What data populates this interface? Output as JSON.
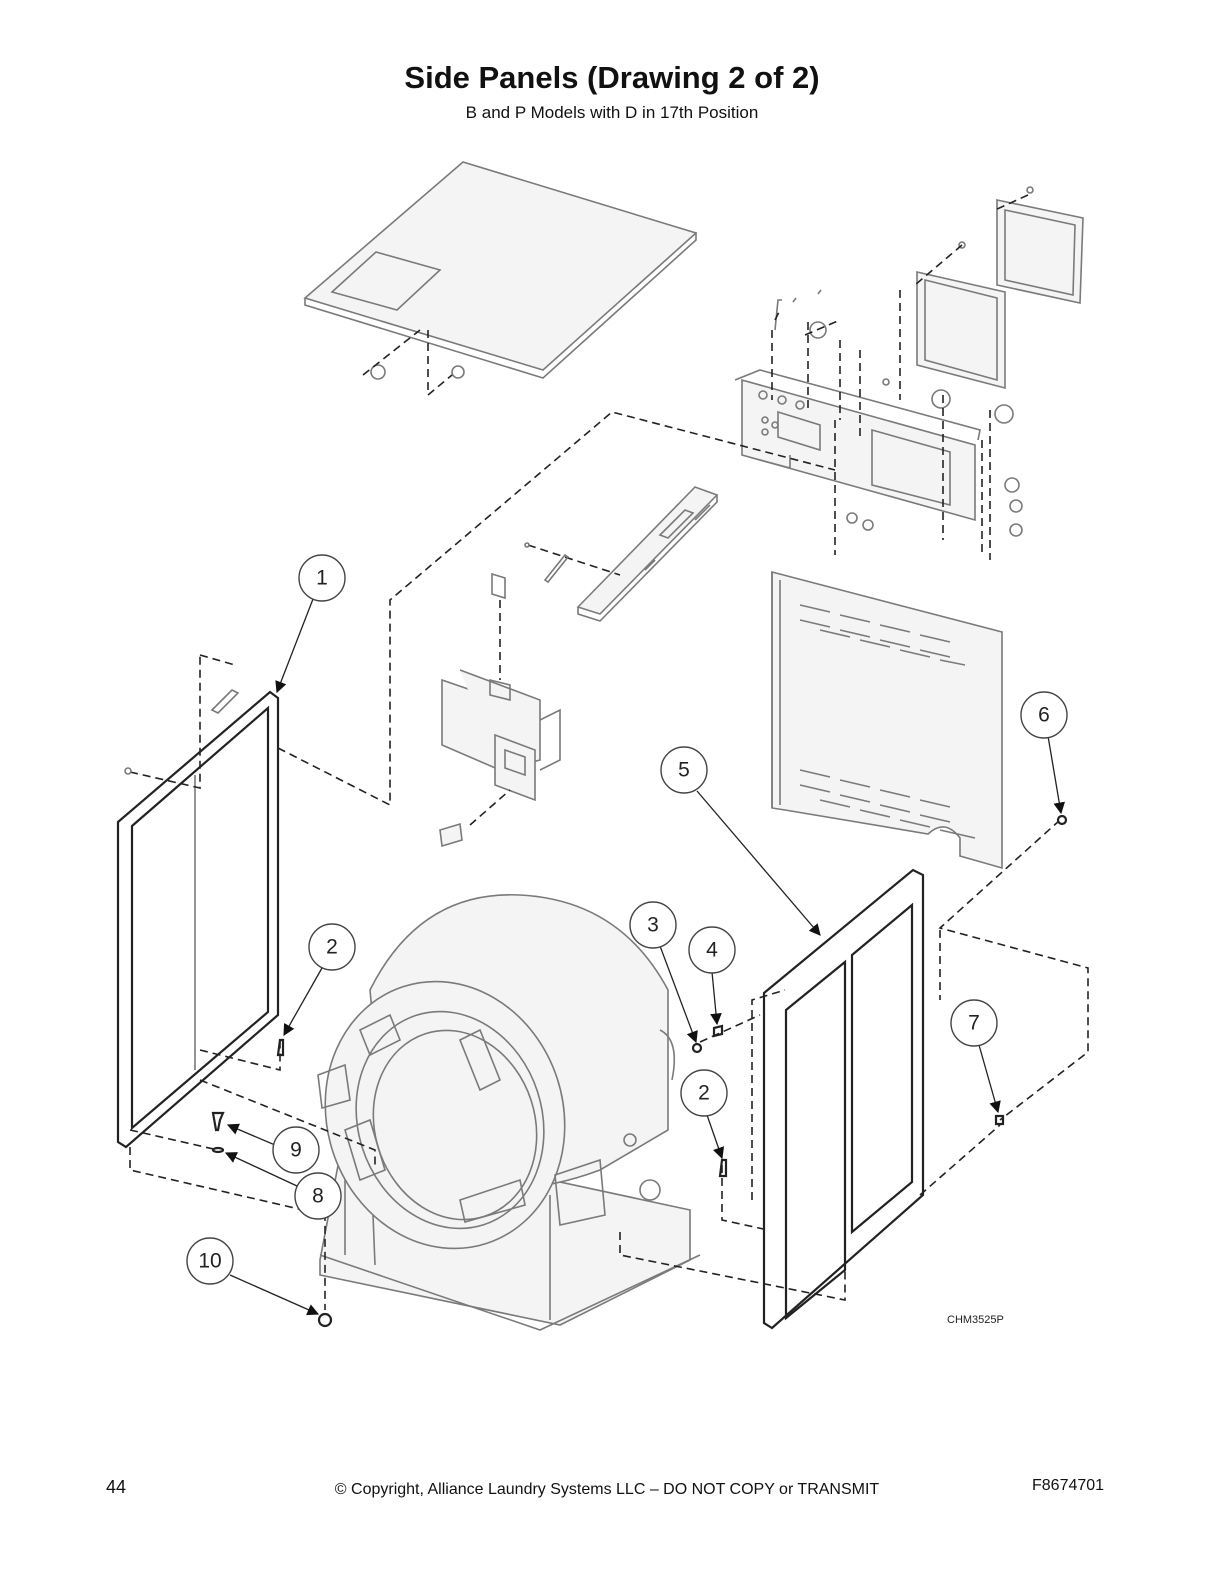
{
  "header": {
    "title": "Side Panels (Drawing 2 of 2)",
    "subtitle": "B and P Models with D in 17th Position"
  },
  "diagram": {
    "drawing_code": "CHM3525P",
    "callouts": [
      {
        "id": "c1",
        "label": "1"
      },
      {
        "id": "c2a",
        "label": "2"
      },
      {
        "id": "c2b",
        "label": "2"
      },
      {
        "id": "c3",
        "label": "3"
      },
      {
        "id": "c4",
        "label": "4"
      },
      {
        "id": "c5",
        "label": "5"
      },
      {
        "id": "c6",
        "label": "6"
      },
      {
        "id": "c7",
        "label": "7"
      },
      {
        "id": "c8",
        "label": "8"
      },
      {
        "id": "c9",
        "label": "9"
      },
      {
        "id": "c10",
        "label": "10"
      }
    ]
  },
  "footer": {
    "page_number": "44",
    "copyright": "© Copyright, Alliance Laundry Systems LLC – DO NOT COPY or TRANSMIT",
    "document_number": "F8674701"
  }
}
